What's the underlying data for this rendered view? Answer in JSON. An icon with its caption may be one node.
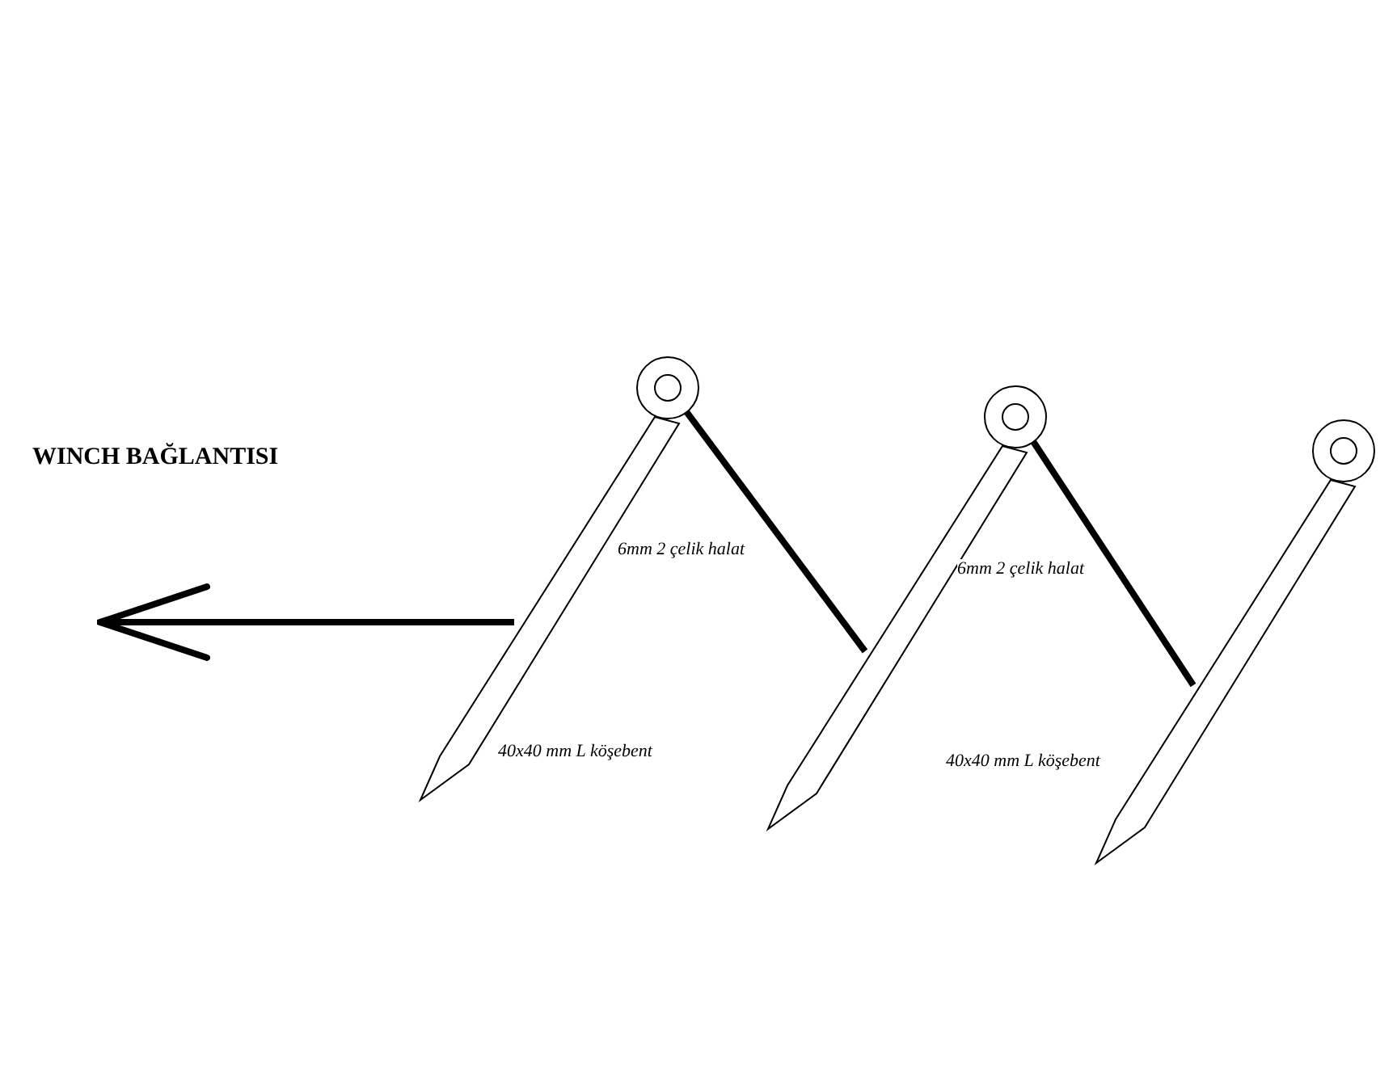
{
  "diagram": {
    "nodes": [
      {
        "text": [],
        "shape": "picture"
      },
      {
        "text": [],
        "shape": "picture"
      },
      {
        "text": [],
        "shape": "picture"
      }
    ],
    "edges": [
      {
        "from": 0,
        "to": 1,
        "arrow": "none",
        "label": "6mm 2 çelik halat"
      },
      {
        "from": 1,
        "to": 2,
        "arrow": "none",
        "label": "6mm 2 çelik halat"
      },
      {
        "from": 0,
        "to": null,
        "arrow": "to"
      }
    ],
    "labels": [
      "WINCH BAĞLANTISI",
      "40x40 mm L köşebent",
      "40x40 mm L köşebent"
    ]
  }
}
